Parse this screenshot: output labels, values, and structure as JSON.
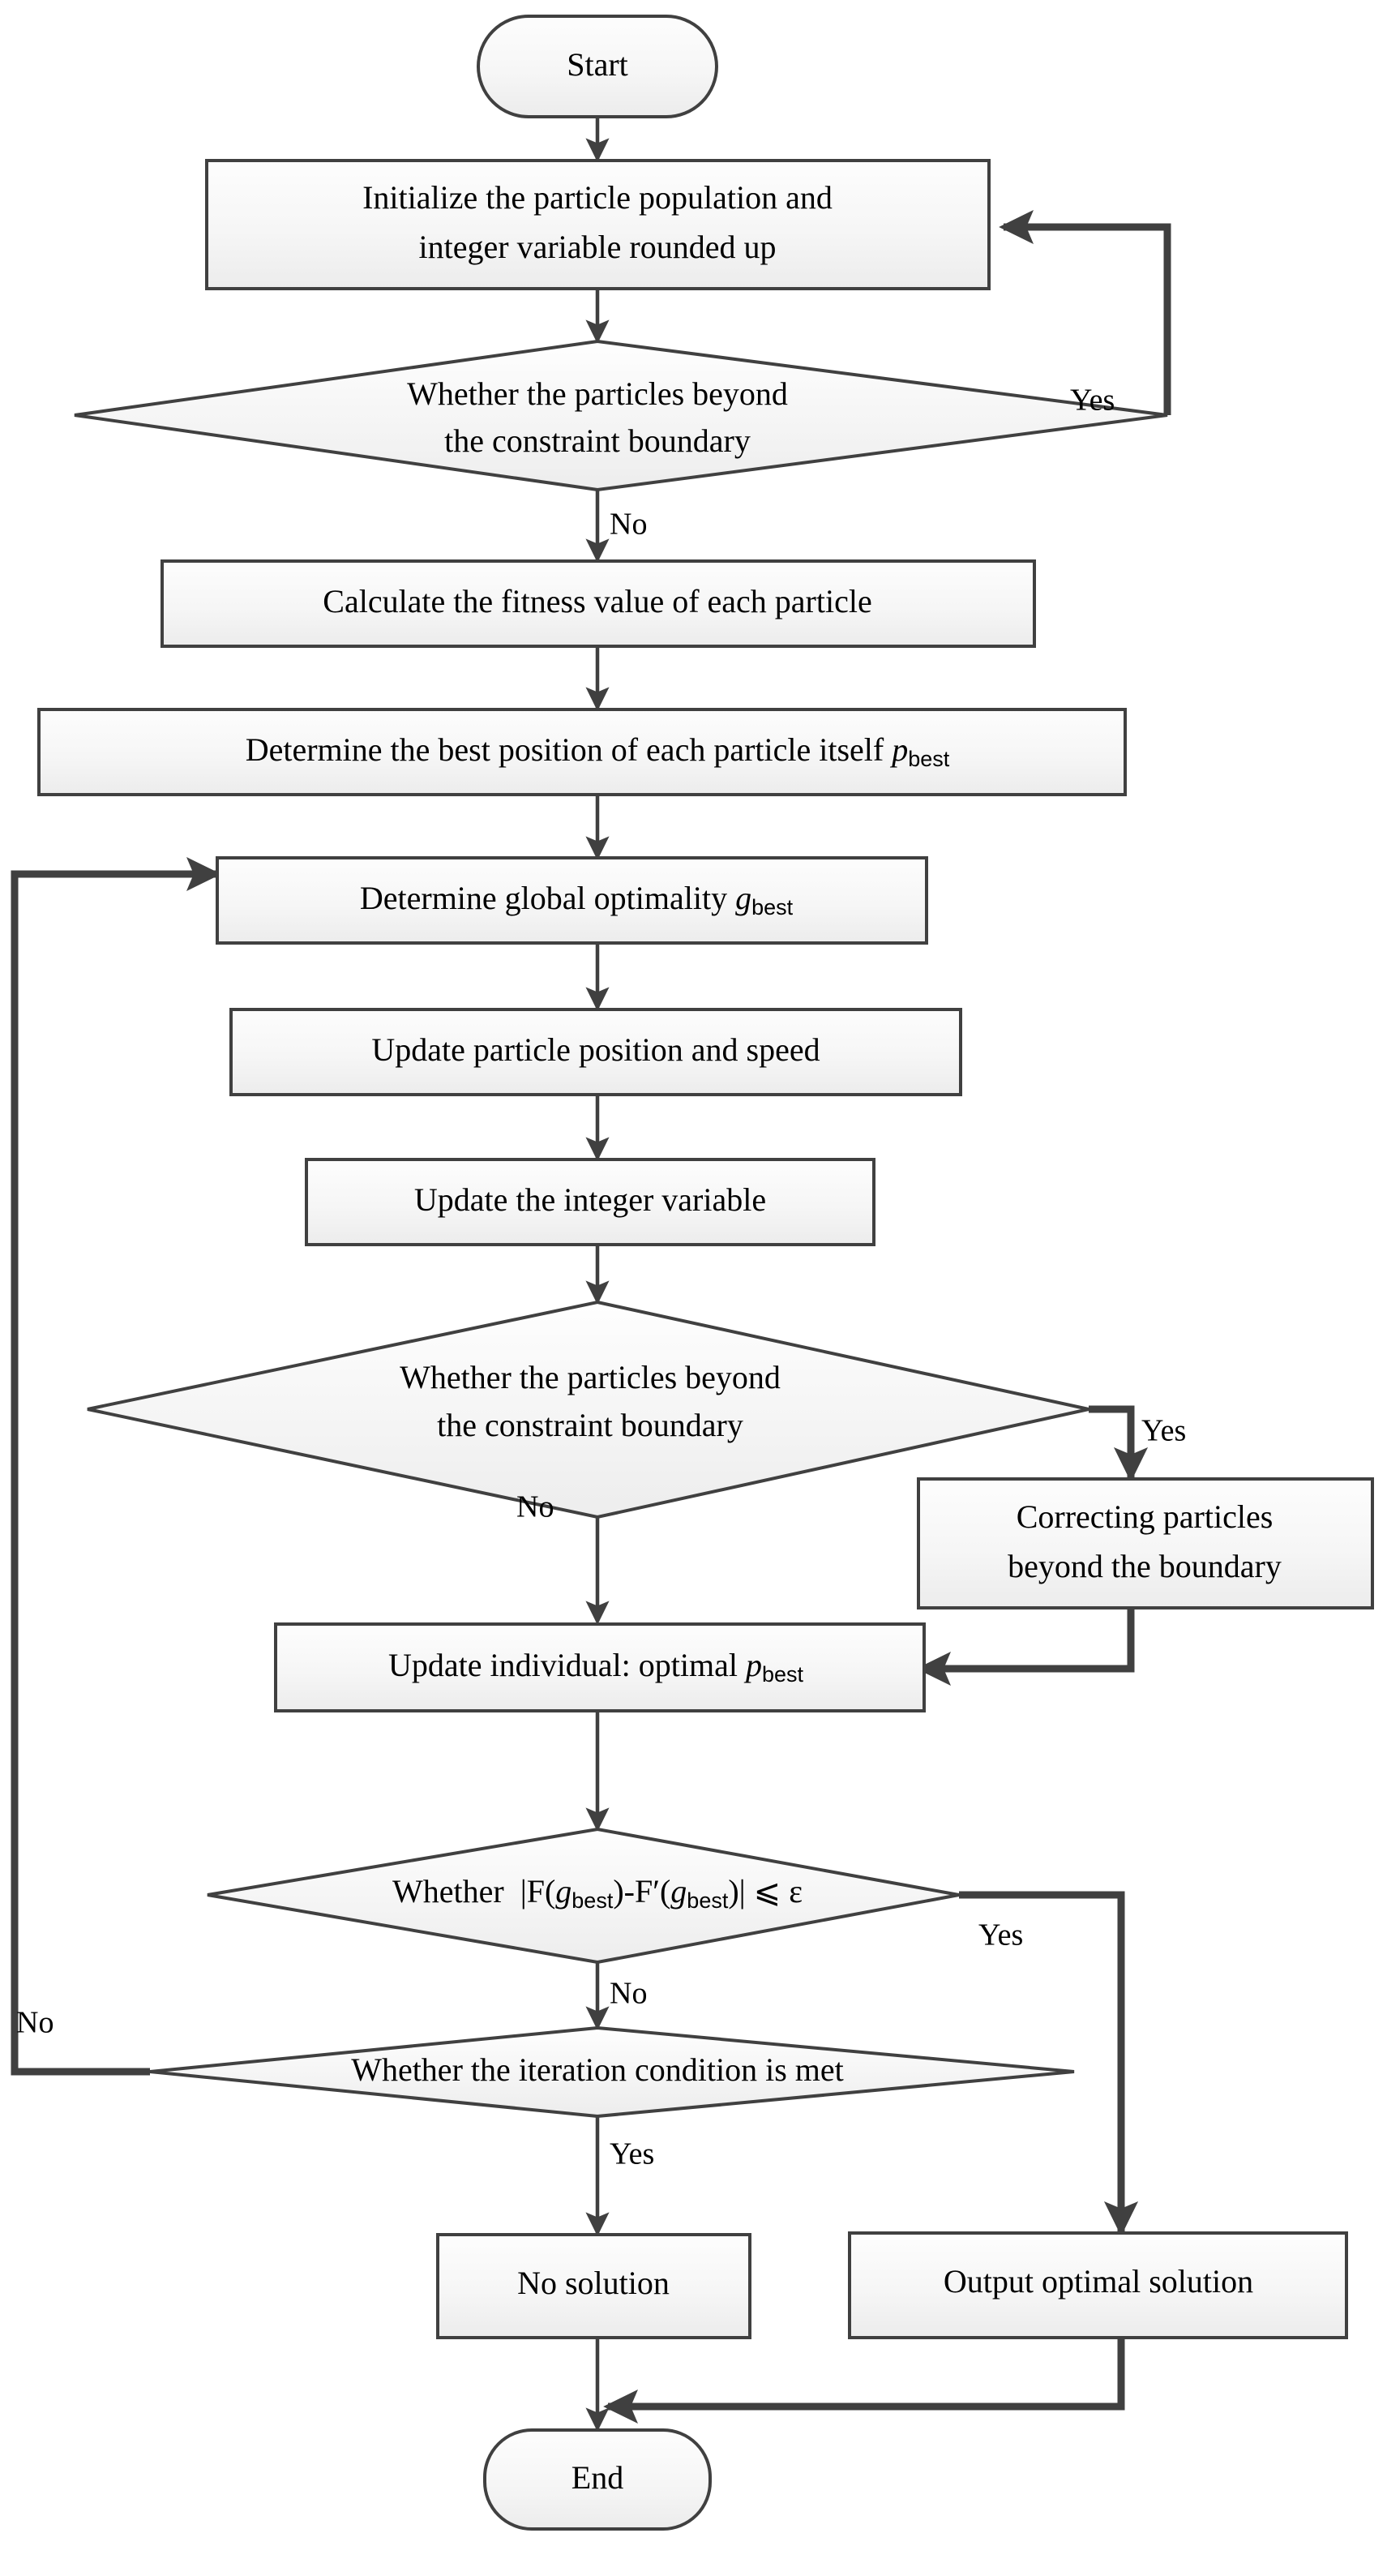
{
  "diagram": {
    "title": "Integer Particle Swarm Optimization Flowchart",
    "type": "flowchart",
    "colors": {
      "stroke": "#404040",
      "fill_top": "#fdfdfd",
      "fill_bottom": "#eeeeee",
      "text": "#000000",
      "background": "#ffffff"
    },
    "nodes": {
      "start": {
        "label": "Start",
        "shape": "terminator"
      },
      "initialize": {
        "line1": "Initialize the particle population and",
        "line2": "integer variable rounded up",
        "shape": "process"
      },
      "check_boundary_1": {
        "line1": "Whether the particles beyond",
        "line2": "the constraint boundary",
        "shape": "decision"
      },
      "calc_fitness": {
        "label": "Calculate the fitness value of each particle",
        "shape": "process"
      },
      "determine_pbest": {
        "prefix": "Determine the best position of each particle itself ",
        "symbol": "p",
        "subscript": "best",
        "shape": "process"
      },
      "determine_gbest": {
        "prefix": "Determine global optimality ",
        "symbol": "g",
        "subscript": "best",
        "shape": "process"
      },
      "update_position": {
        "label": "Update particle position and speed",
        "shape": "process"
      },
      "update_integer": {
        "label": "Update the integer variable",
        "shape": "process"
      },
      "check_boundary_2": {
        "line1": "Whether the particles beyond",
        "line2": "the constraint boundary",
        "shape": "decision"
      },
      "correct_particles": {
        "line1": "Correcting particles",
        "line2": "beyond the boundary",
        "shape": "process"
      },
      "update_individual": {
        "prefix": "Update individual: optimal ",
        "symbol": "p",
        "subscript": "best",
        "shape": "process"
      },
      "check_epsilon": {
        "formula_prefix": "Whether  |F(",
        "sym1": "g",
        "sub1": "best",
        "mid": ")-F′(",
        "sym2": "g",
        "sub2": "best",
        "suffix": ")| ⩽ ε",
        "shape": "decision"
      },
      "check_iteration": {
        "label": "Whether the iteration condition is met",
        "shape": "decision"
      },
      "no_solution": {
        "label": "No solution",
        "shape": "process"
      },
      "output_solution": {
        "label": "Output optimal solution",
        "shape": "process"
      },
      "end": {
        "label": "End",
        "shape": "terminator"
      }
    },
    "edge_labels": {
      "boundary1_yes": "Yes",
      "boundary1_no": "No",
      "boundary2_yes": "Yes",
      "boundary2_no": "No",
      "epsilon_yes": "Yes",
      "epsilon_no": "No",
      "iteration_no": "No",
      "iteration_yes": "Yes"
    }
  }
}
